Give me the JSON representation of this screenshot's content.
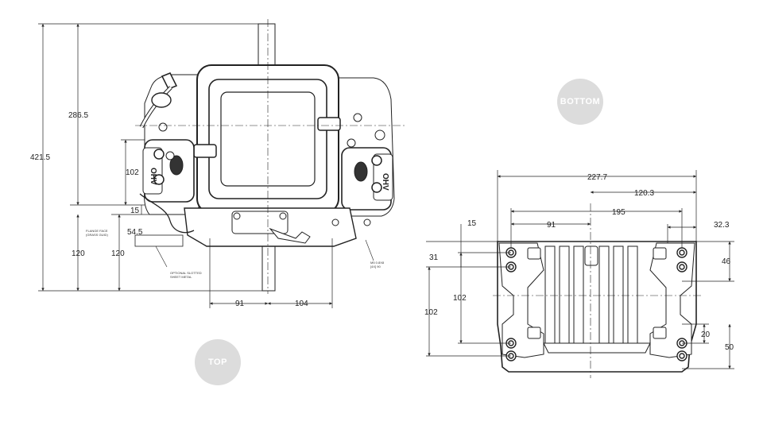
{
  "views": {
    "top_badge": "TOP",
    "bottom_badge": "BOTTOM"
  },
  "front_view": {
    "dims": {
      "overall_height": "421.5",
      "shaft_to_top": "286.5",
      "cover_height": "102",
      "flange_offset": "15",
      "flange_to_shaft": "54.5",
      "base_height_outer": "120",
      "base_height_inner": "120",
      "shaft_left": "91",
      "shaft_right": "104"
    },
    "notes": {
      "flange_face": "FLANGE FACE",
      "flange_face_2": "(GRASS GUID)",
      "optional_sheet_metal": "OPTIONAL SLOTTED",
      "optional_sheet_metal_2": "SHEET METAL",
      "mount_note": "M5 0.8X8",
      "mount_note_2": "[4X] 90"
    },
    "logo_left": "OHV",
    "logo_right": "OHV"
  },
  "base_view": {
    "dims": {
      "overall_width": "227.7",
      "half_width": "120.3",
      "bolt_span": "195",
      "left_to_center": "91",
      "right_offset": "32.3",
      "top_offset": "15",
      "upper_gap": "31",
      "inner_height": "102",
      "outer_height": "102",
      "right_upper": "46",
      "right_gap": "20",
      "right_lower": "50"
    }
  }
}
